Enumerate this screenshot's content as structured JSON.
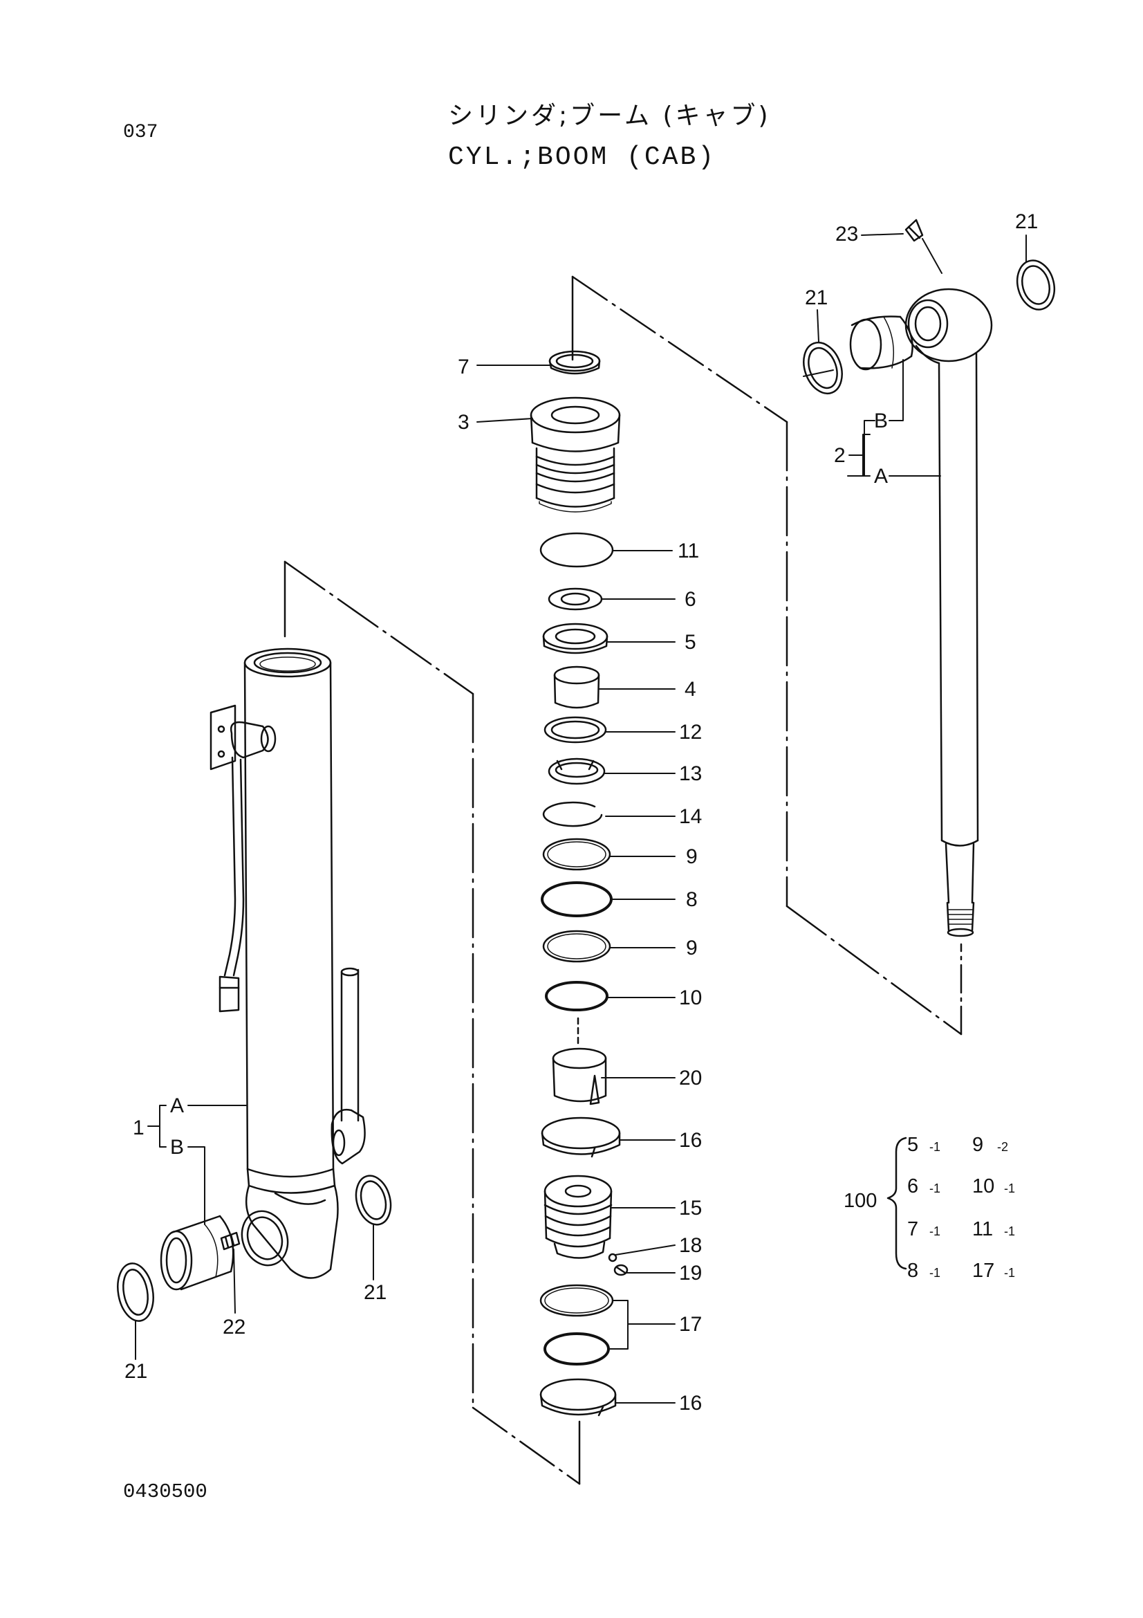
{
  "header": {
    "page_number": "037",
    "title_jp": "シリンダ;ブーム (キャブ)",
    "title_en": "CYL.;BOOM (CAB)"
  },
  "footer": {
    "drawing_number": "0430500"
  },
  "callouts": {
    "c1": "1",
    "c1a": "A",
    "c1b": "B",
    "c2": "2",
    "c2a": "A",
    "c2b": "B",
    "c3": "3",
    "c4": "4",
    "c5": "5",
    "c6": "6",
    "c7": "7",
    "c8": "8",
    "c9a": "9",
    "c9b": "9",
    "c10": "10",
    "c11": "11",
    "c12": "12",
    "c13": "13",
    "c14": "14",
    "c15": "15",
    "c16a": "16",
    "c16b": "16",
    "c17": "17",
    "c18": "18",
    "c19": "19",
    "c20": "20",
    "c21a": "21",
    "c21b": "21",
    "c21c": "21",
    "c21d": "21",
    "c22": "22",
    "c23": "23"
  },
  "seal_kit": {
    "label": "100",
    "items": [
      {
        "part": "5",
        "qty": "-1"
      },
      {
        "part": "9",
        "qty": "-2"
      },
      {
        "part": "6",
        "qty": "-1"
      },
      {
        "part": "10",
        "qty": "-1"
      },
      {
        "part": "7",
        "qty": "-1"
      },
      {
        "part": "11",
        "qty": "-1"
      },
      {
        "part": "8",
        "qty": "-1"
      },
      {
        "part": "17",
        "qty": "-1"
      }
    ]
  }
}
